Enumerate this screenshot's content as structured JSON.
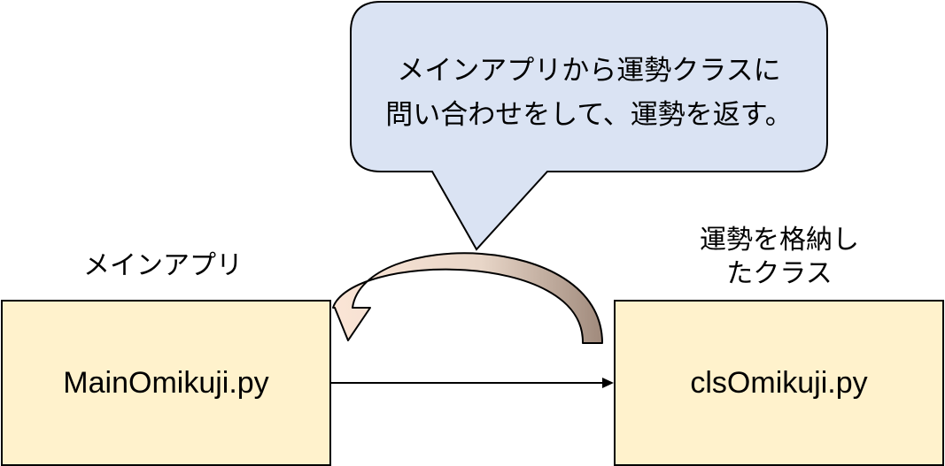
{
  "callout": {
    "line1": "メインアプリから運勢クラスに",
    "line2": "問い合わせをして、運勢を返す。"
  },
  "left_node": {
    "label": "メインアプリ",
    "file": "MainOmikuji.py"
  },
  "right_node": {
    "label_line1": "運勢を格納し",
    "label_line2": "たクラス",
    "file": "clsOmikuji.py"
  },
  "colors": {
    "callout_fill": "#dae3f3",
    "box_fill": "#fff2cc",
    "return_arrow_light": "#fbe5d6",
    "return_arrow_dark": "#a08a7c"
  }
}
